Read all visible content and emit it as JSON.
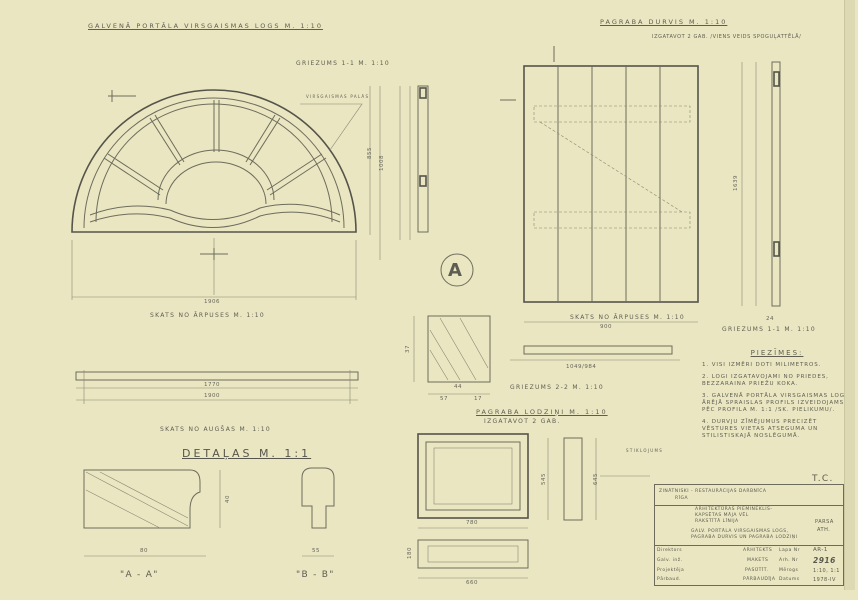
{
  "titles": {
    "window_main": "GALVENĀ PORTĀLA VIRSGAISMAS LOGS M. 1:10",
    "section_11_window": "GRIEZUMS 1-1 M. 1:10",
    "transom_label": "VIRSGAISMAS PALĀS",
    "view_outside_window": "SKATS NO ĀRPUSES M. 1:10",
    "view_top": "SKATS NO AUGŠAS M. 1:10",
    "details": "DETAĻAS M. 1:1",
    "detail_a": "\"A - A\"",
    "detail_b": "\"B - B\"",
    "door": "PAGRABA DURVIS M. 1:10",
    "door_note": "IZGATAVOT 2 GAB. /VIENS VEIDS SPOGUĻATTĒLĀ/",
    "view_outside_door": "SKATS NO ĀRPUSES M. 1:10",
    "section_11_door": "GRIEZUMS 1-1 M. 1:10",
    "section_22": "GRIEZUMS 2-2 M. 1:10",
    "basement_window": "PAGRABA LODZIŅI M. 1:10",
    "basement_window_note": "IZGATAVOT 2 GAB.",
    "marker_a": "A",
    "stiklojums": "STIKLOJUMS",
    "signature": "T.C."
  },
  "dimensions": {
    "arch_width": "1906",
    "arch_h1": "855",
    "arch_h2": "1008",
    "top_inner": "1770",
    "top_outer": "1900",
    "door_width": "900",
    "door_height": "1639",
    "door_sec": "24",
    "door_sec_b": "1049/984",
    "sec22_a": "44",
    "sec22_b": "57",
    "sec22_c": "17",
    "sec22_h": "37",
    "detail_w": "80",
    "detail_h": "40",
    "detail_b": "55",
    "bw_inner": "780",
    "bw_outer": "660",
    "bw_h": "545",
    "bw_h2": "645",
    "bw_d": "180"
  },
  "notes": {
    "heading": "PIEZĪMES:",
    "items": [
      "1. VISI IZMĒRI DOTI MILIMETROS.",
      "2. LOGI IZGATAVOJAMI NO PRIEDES, BEZZARAINA PRIEŽU KOKA.",
      "3. GALVENĀ PORTĀLA VIRSGAISMAS LOGA ĀRĒJĀ SPRAISLAS PROFILS IZVEIDOJAMS PĒC PROFILA M. 1:1 /SK. PIELIKUMU/.",
      "4. DURVJU ZĪMĒJUMUS PRECIZĒT VĒSTURES VIETAS ATSEGUMA UN STILISTISKAJĀ NOSLĒGUMĀ."
    ]
  },
  "title_block": {
    "org": "ZINĀTNISKI - RESTAURĀCIJAS DARBNĪCA",
    "org_sub": "RĪGA",
    "object_1": "ARHITEKTŪRAS PIEMINEKLIS-",
    "object_2": "KAPSĒTAS MĀJA VĒL",
    "object_3": "RAKSTĪTĀ LĪNIJA",
    "sheet_title_1": "GALV. PORTĀLA VIRSGAISMAS LOGS,",
    "sheet_title_2": "PAGRABA DURVIS UN PAGRABA LODZIŅI",
    "stage": "PARSA",
    "stage2": "ATH.",
    "row_labels": [
      "ARHITEKTS",
      "MAKETS",
      "PASŪTĪT.",
      "PĀRBAUDĪJA"
    ],
    "col_labels": [
      "Lapa Nr",
      "Arh. Nr",
      "Mērogs",
      "Datums"
    ],
    "sheet_no": "AR-1",
    "archive_no": "2916",
    "scale": "1:10, 1:1",
    "date": "1978-IV",
    "left_labels": [
      "Direktors",
      "Galv. inž.",
      "Projektēja",
      "Pārbaud."
    ]
  }
}
